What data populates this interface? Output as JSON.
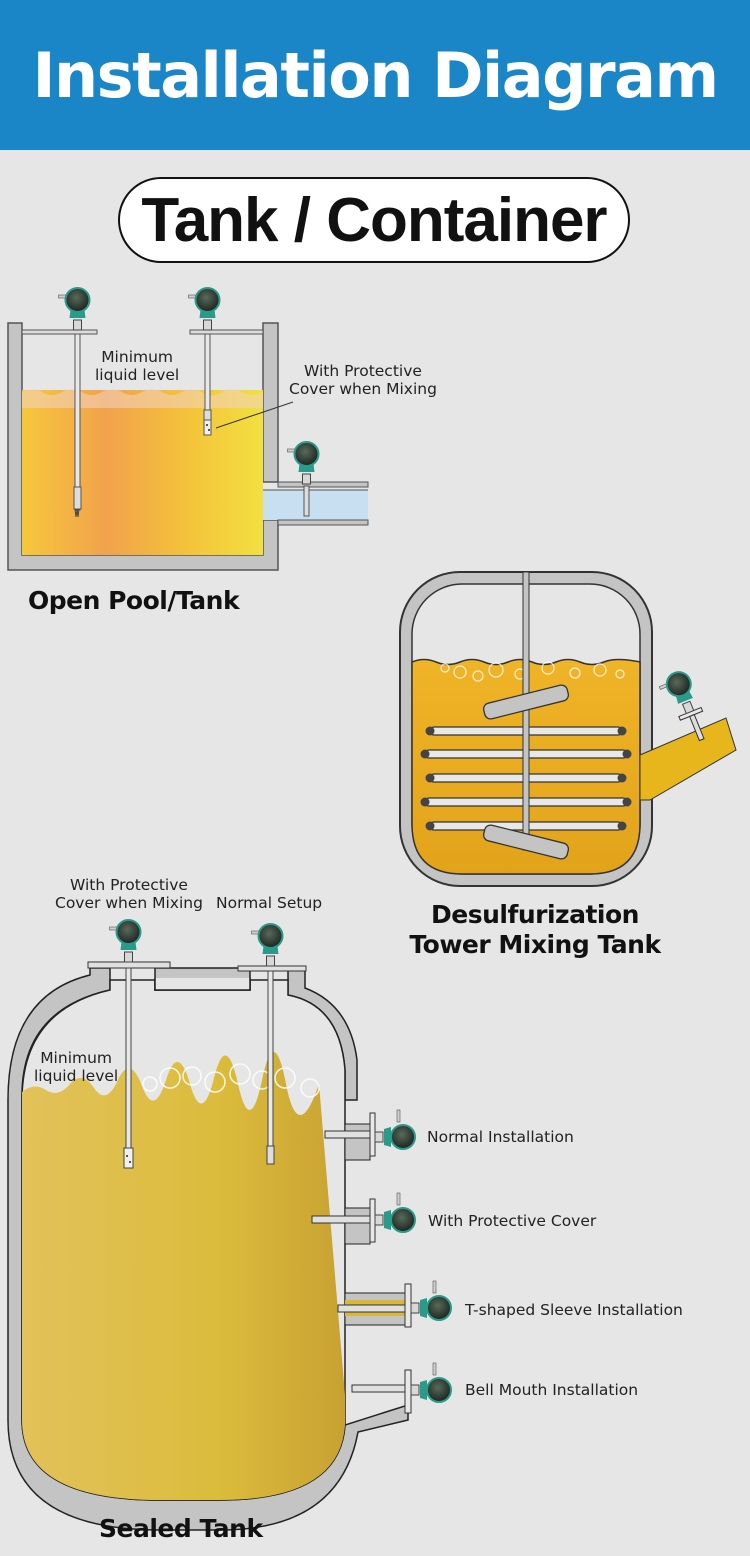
{
  "header": {
    "title": "Installation Diagram"
  },
  "section": {
    "title": "Tank / Container"
  },
  "colors": {
    "header_bg": "#1a86c8",
    "page_bg": "#e6e6e6",
    "wall": "#c4c4c4",
    "liquid_orange": "#f2b233",
    "liquid_yellow": "#d8b83a",
    "transmitter": "#2a9a8a"
  },
  "open_pool": {
    "title": "Open Pool/Tank",
    "labels": {
      "min_level": [
        "Minimum",
        "liquid level"
      ],
      "protective": [
        "With Protective",
        "Cover when Mixing"
      ]
    }
  },
  "mixing_tank": {
    "title": [
      "Desulfurization",
      "Tower Mixing Tank"
    ]
  },
  "sealed_tank": {
    "title": "Sealed Tank",
    "labels": {
      "protective": [
        "With Protective",
        "Cover when Mixing"
      ],
      "normal_setup": "Normal Setup",
      "min_level": [
        "Minimum",
        "liquid level"
      ]
    },
    "side_installations": [
      {
        "label": "Normal Installation"
      },
      {
        "label": "With Protective Cover"
      },
      {
        "label": "T-shaped Sleeve Installation"
      },
      {
        "label": "Bell Mouth Installation"
      }
    ]
  }
}
